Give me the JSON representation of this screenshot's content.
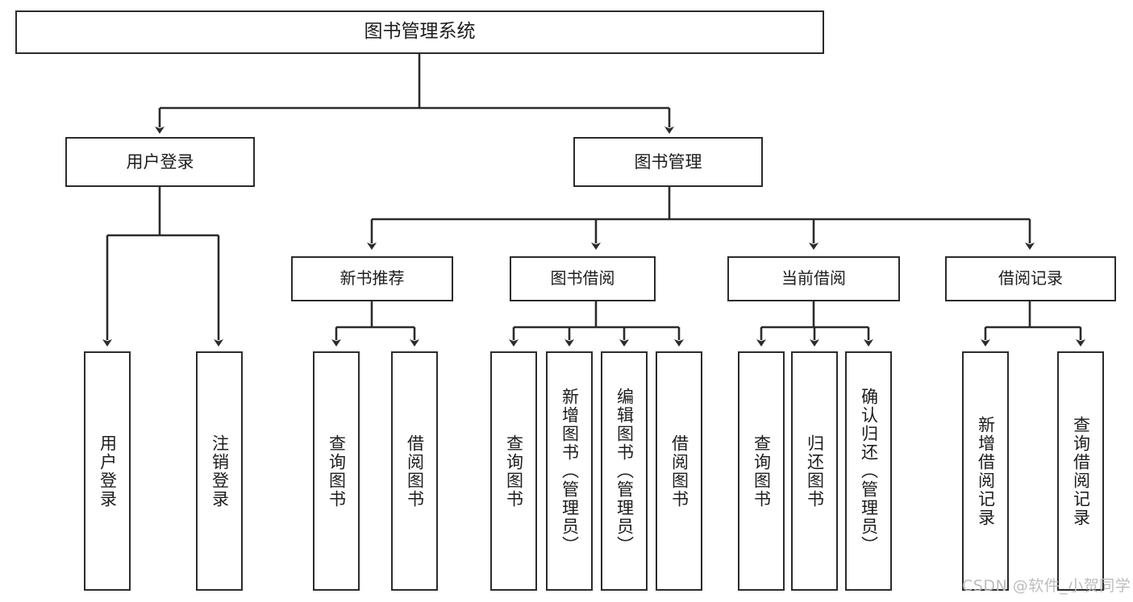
{
  "diagram": {
    "type": "tree-hierarchy",
    "title": "图书管理系统",
    "watermark": "CSDN @软件_小贺同学",
    "colors": {
      "border": "#2b2b2b",
      "background": "#ffffff",
      "text": "#1d1d1d",
      "watermark": "#bdbdbd"
    },
    "levels": {
      "root": [
        "图书管理系统"
      ],
      "level2": [
        "用户登录",
        "图书管理"
      ],
      "level3": [
        "新书推荐",
        "图书借阅",
        "当前借阅",
        "借阅记录"
      ]
    },
    "nodes": {
      "root": {
        "label": "图书管理系统"
      },
      "user_login": {
        "label": "用户登录"
      },
      "book_manage": {
        "label": "图书管理"
      },
      "new_book_rec": {
        "label": "新书推荐"
      },
      "book_borrow": {
        "label": "图书借阅"
      },
      "current_borrow": {
        "label": "当前借阅"
      },
      "borrow_record": {
        "label": "借阅记录"
      },
      "leaf_user_login": {
        "label": "用户登录"
      },
      "leaf_logout": {
        "label": "注销登录"
      },
      "leaf_query_book_1": {
        "label": "查询图书"
      },
      "leaf_borrow_book_1": {
        "label": "借阅图书"
      },
      "leaf_query_book_2": {
        "label": "查询图书"
      },
      "leaf_add_book_admin": {
        "label": "新增图书（管理员）"
      },
      "leaf_edit_book_admin": {
        "label": "编辑图书（管理员）"
      },
      "leaf_borrow_book_2": {
        "label": "借阅图书"
      },
      "leaf_query_book_3": {
        "label": "查询图书"
      },
      "leaf_return_book": {
        "label": "归还图书"
      },
      "leaf_confirm_return_admin": {
        "label": "确认归还（管理员）"
      },
      "leaf_add_record": {
        "label": "新增借阅记录"
      },
      "leaf_query_record": {
        "label": "查询借阅记录"
      }
    },
    "edges": [
      {
        "from": "root",
        "to": "用户登录"
      },
      {
        "from": "root",
        "to": "图书管理"
      },
      {
        "from": "用户登录",
        "to": "用户登录"
      },
      {
        "from": "用户登录",
        "to": "注销登录"
      },
      {
        "from": "图书管理",
        "to": "新书推荐"
      },
      {
        "from": "图书管理",
        "to": "图书借阅"
      },
      {
        "from": "图书管理",
        "to": "当前借阅"
      },
      {
        "from": "图书管理",
        "to": "借阅记录"
      },
      {
        "from": "新书推荐",
        "to": "查询图书"
      },
      {
        "from": "新书推荐",
        "to": "借阅图书"
      },
      {
        "from": "图书借阅",
        "to": "查询图书"
      },
      {
        "from": "图书借阅",
        "to": "新增图书（管理员）"
      },
      {
        "from": "图书借阅",
        "to": "编辑图书（管理员）"
      },
      {
        "from": "图书借阅",
        "to": "借阅图书"
      },
      {
        "from": "当前借阅",
        "to": "查询图书"
      },
      {
        "from": "当前借阅",
        "to": "归还图书"
      },
      {
        "from": "当前借阅",
        "to": "确认归还（管理员）"
      },
      {
        "from": "借阅记录",
        "to": "新增借阅记录"
      },
      {
        "from": "借阅记录",
        "to": "查询借阅记录"
      }
    ]
  }
}
